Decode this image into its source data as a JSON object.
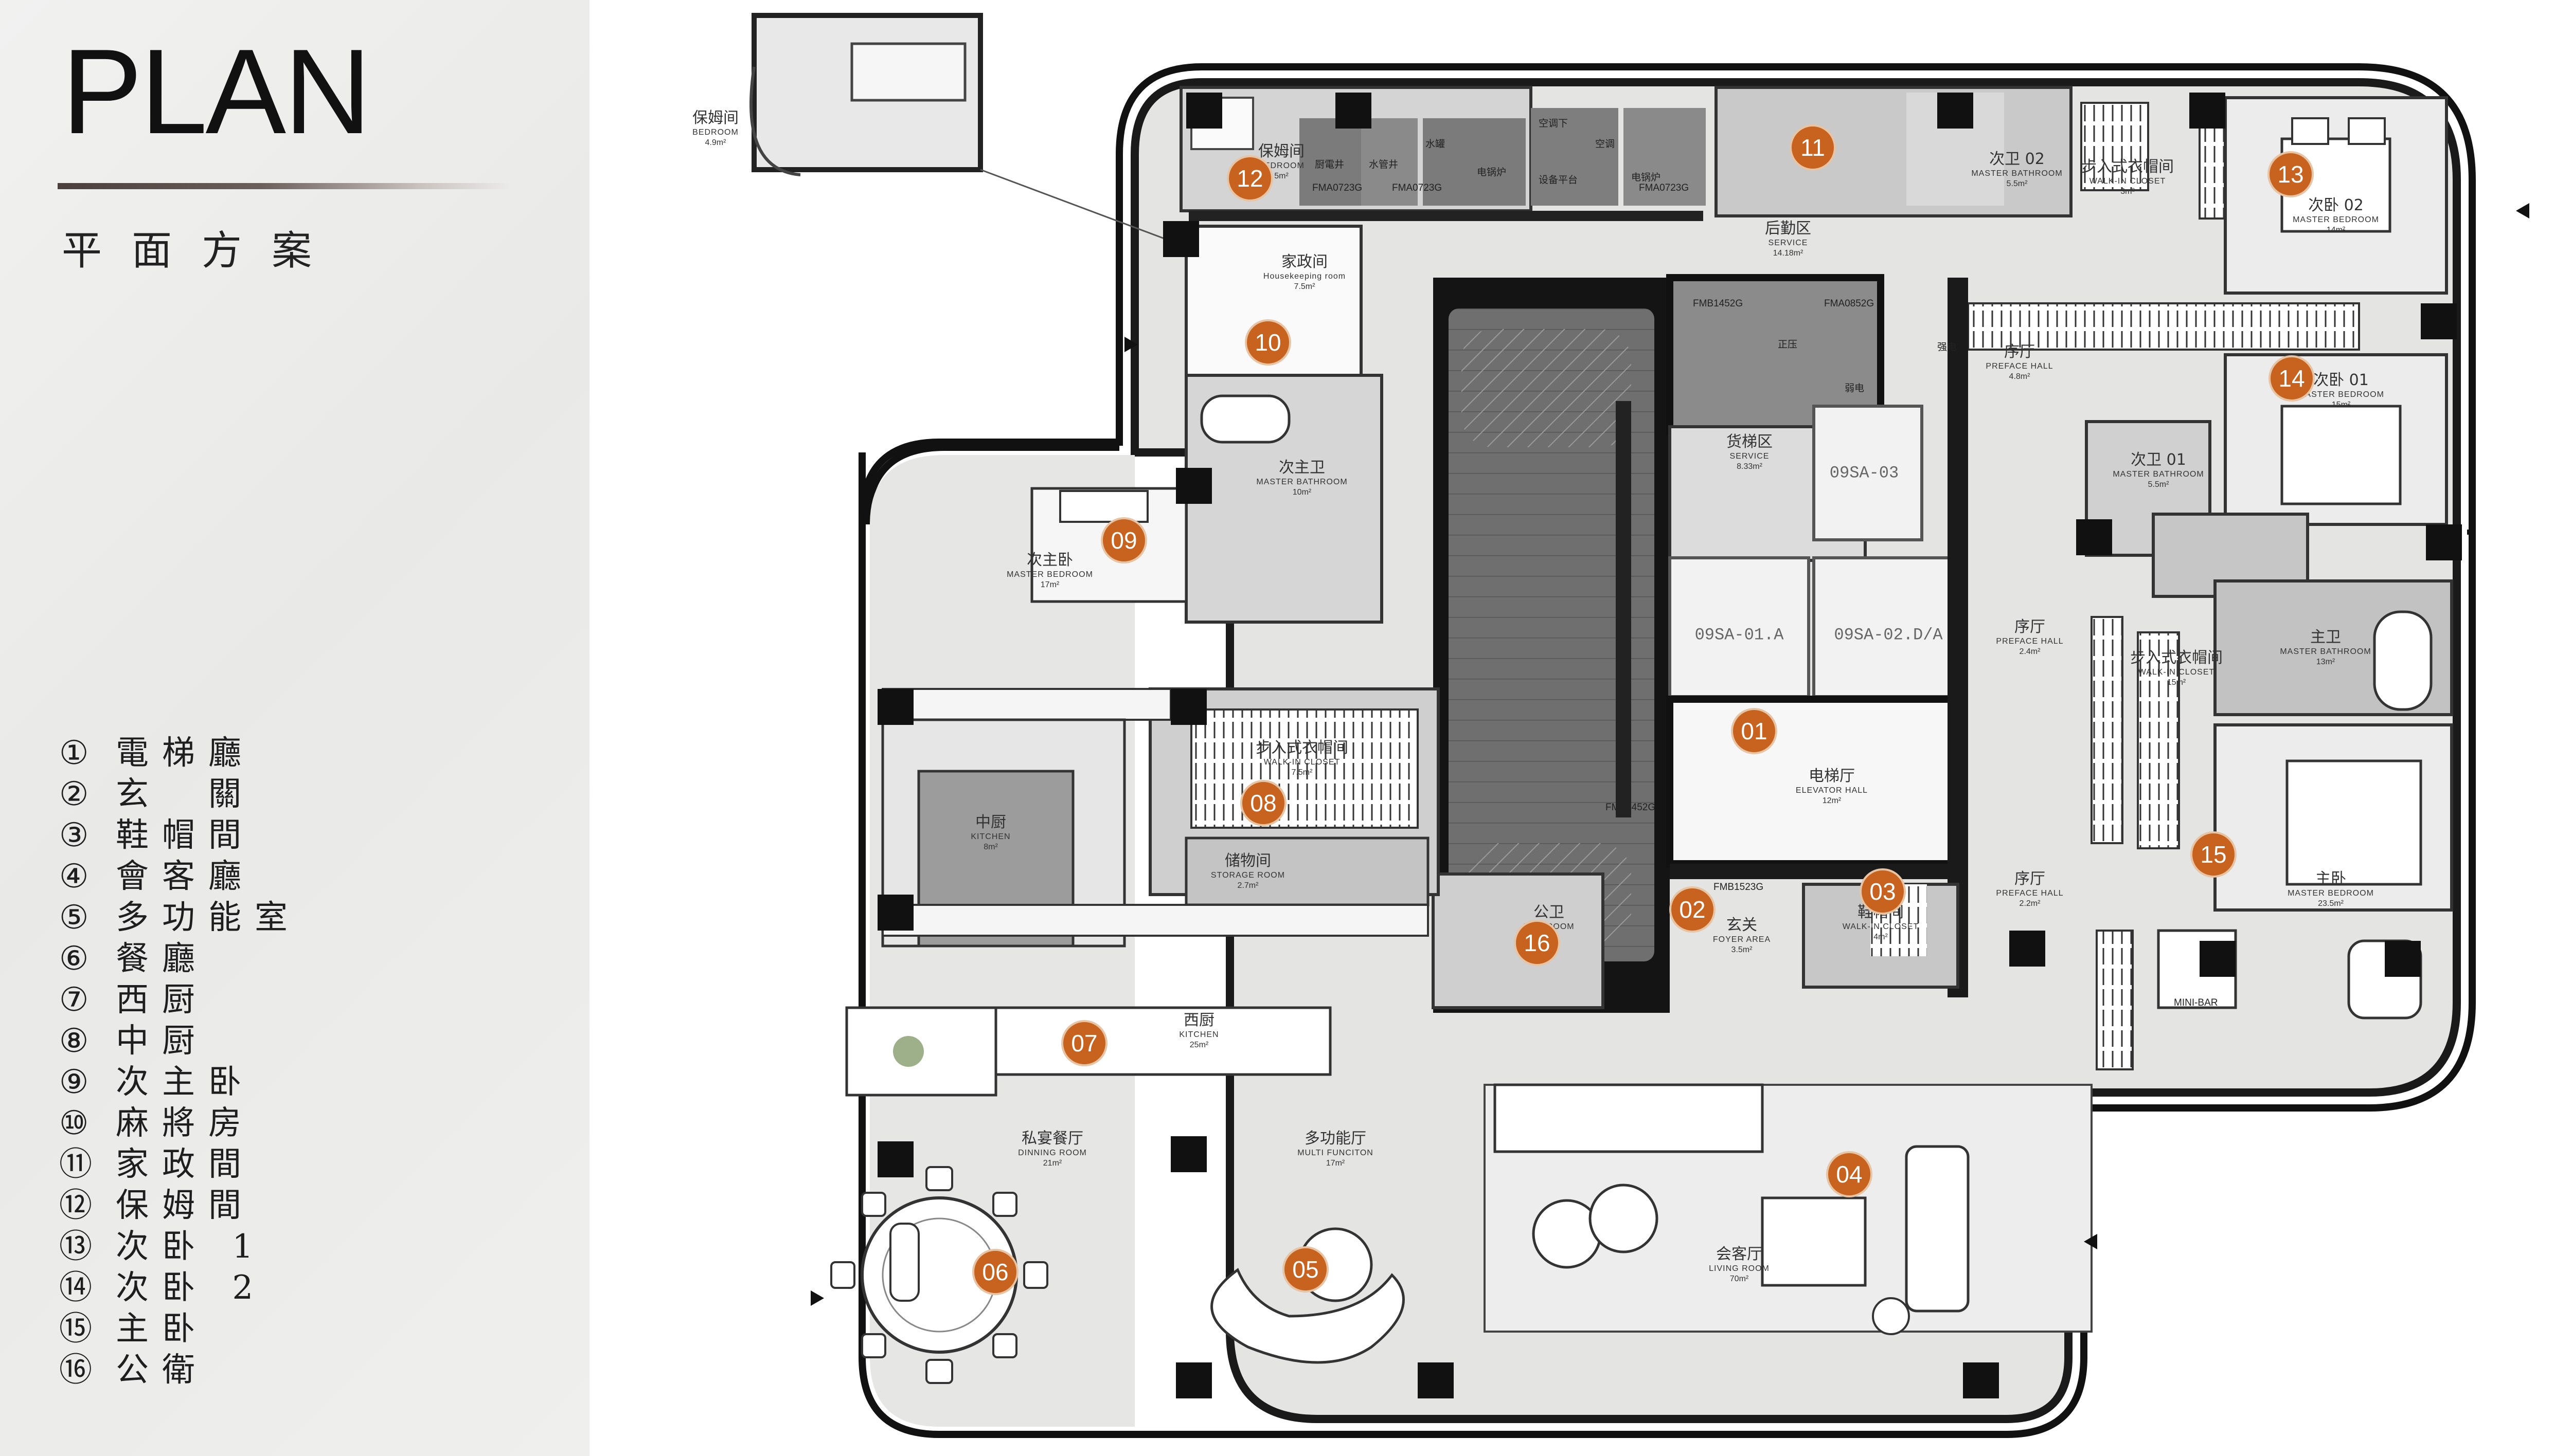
{
  "title": "PLAN",
  "subtitle": "平面方案",
  "legend": [
    {
      "num": "①",
      "label": "電梯廳"
    },
    {
      "num": "②",
      "label": "玄　關"
    },
    {
      "num": "③",
      "label": "鞋帽間"
    },
    {
      "num": "④",
      "label": "會客廳"
    },
    {
      "num": "⑤",
      "label": "多功能室"
    },
    {
      "num": "⑥",
      "label": "餐廳"
    },
    {
      "num": "⑦",
      "label": "西厨"
    },
    {
      "num": "⑧",
      "label": "中厨"
    },
    {
      "num": "⑨",
      "label": "次主卧"
    },
    {
      "num": "⑩",
      "label": "麻將房"
    },
    {
      "num": "⑪",
      "label": "家政間"
    },
    {
      "num": "⑫",
      "label": "保姆間"
    },
    {
      "num": "⑬",
      "label": "次卧 1"
    },
    {
      "num": "⑭",
      "label": "次卧 2"
    },
    {
      "num": "⑮",
      "label": "主卧"
    },
    {
      "num": "⑯",
      "label": "公衛"
    }
  ],
  "markers": [
    "01",
    "02",
    "03",
    "04",
    "05",
    "06",
    "07",
    "08",
    "09",
    "10",
    "11",
    "12",
    "13",
    "14",
    "15",
    "16"
  ],
  "rooms": {
    "nanny_annex": {
      "cn": "保姆间",
      "en": "BEDROOM",
      "area": "4.9m²"
    },
    "nanny": {
      "cn": "保姆间",
      "en": "BEDROOM",
      "area": "5m²"
    },
    "housekeeping": {
      "cn": "家政间",
      "en": "Housekeeping room",
      "area": "7.5m²"
    },
    "service": {
      "cn": "后勤区",
      "en": "SERVICE",
      "area": "14.18m²"
    },
    "bath2": {
      "cn": "次卫 02",
      "en": "MASTER BATHROOM",
      "area": "5.5m²"
    },
    "closet_top": {
      "cn": "步入式衣帽间",
      "en": "WALK-IN CLOSET",
      "area": "3m²"
    },
    "bed2": {
      "cn": "次卧 02",
      "en": "MASTER BEDROOM",
      "area": "14m²"
    },
    "preface1": {
      "cn": "序厅",
      "en": "PREFACE HALL",
      "area": "4.8m²"
    },
    "bed1": {
      "cn": "次卧 01",
      "en": "MASTER BEDROOM",
      "area": "15m²"
    },
    "bath1": {
      "cn": "次卫 01",
      "en": "MASTER BATHROOM",
      "area": "5.5m²"
    },
    "master_bath_2nd": {
      "cn": "次主卫",
      "en": "MASTER BATHROOM",
      "area": "10m²"
    },
    "master_bed_2nd": {
      "cn": "次主卧",
      "en": "MASTER BEDROOM",
      "area": "17m²"
    },
    "freight": {
      "cn": "货梯区",
      "en": "SERVICE",
      "area": "8.33m²"
    },
    "elevator_hall": {
      "cn": "电梯厅",
      "en": "ELEVATOR HALL",
      "area": "12m²"
    },
    "preface2": {
      "cn": "序厅",
      "en": "PREFACE HALL",
      "area": "2.4m²"
    },
    "closet_master": {
      "cn": "步入式衣帽间",
      "en": "WALK-IN CLOSET",
      "area": "15m²"
    },
    "master_bath": {
      "cn": "主卫",
      "en": "MASTER BATHROOM",
      "area": "13m²"
    },
    "closet_left": {
      "cn": "步入式衣帽间",
      "en": "WALK-IN CLOSET",
      "area": "7.5m²"
    },
    "chinese_kitchen": {
      "cn": "中厨",
      "en": "KITCHEN",
      "area": "8m²"
    },
    "storage": {
      "cn": "储物间",
      "en": "STORAGE ROOM",
      "area": "2.7m²"
    },
    "master_bed": {
      "cn": "主卧",
      "en": "MASTER BEDROOM",
      "area": "23.5m²"
    },
    "preface3": {
      "cn": "序厅",
      "en": "PREFACE HALL",
      "area": "2.2m²"
    },
    "powder": {
      "cn": "公卫",
      "en": "BATHROOM",
      "area": "2m²"
    },
    "foyer": {
      "cn": "玄关",
      "en": "FOYER AREA",
      "area": "3.5m²"
    },
    "shoe_closet": {
      "cn": "鞋帽间",
      "en": "WALK-IN CLOSET",
      "area": "4m²"
    },
    "western_kitchen": {
      "cn": "西厨",
      "en": "KITCHEN",
      "area": "25m²"
    },
    "dining": {
      "cn": "私宴餐厅",
      "en": "DINNING ROOM",
      "area": "21m²"
    },
    "multi": {
      "cn": "多功能厅",
      "en": "MULTI FUNCITON",
      "area": "17m²"
    },
    "living": {
      "cn": "会客厅",
      "en": "LIVING ROOM",
      "area": "70m²"
    }
  },
  "tags": {
    "shaft1": "厨電井",
    "shaft2": "水管井",
    "shaft3": "水罐",
    "shaft4": "空调下",
    "shaft5": "电锅炉",
    "shaft6": "设备平台",
    "shaft7": "空调",
    "shaft8": "电锅炉",
    "d1": "FMA0723G",
    "d2": "FMA0723G",
    "d3": "FMA0723G",
    "d4": "FMB1452G",
    "d5": "FMA0852G",
    "d6": "FMB1523G",
    "d7": "FMB1452G",
    "zhengya": "正压",
    "qiangdian1": "强电",
    "ruodian": "弱电",
    "minibar": "MINI-BAR"
  },
  "elevators": [
    "09SA-03",
    "09SA-01.A",
    "09SA-02.D/A"
  ]
}
